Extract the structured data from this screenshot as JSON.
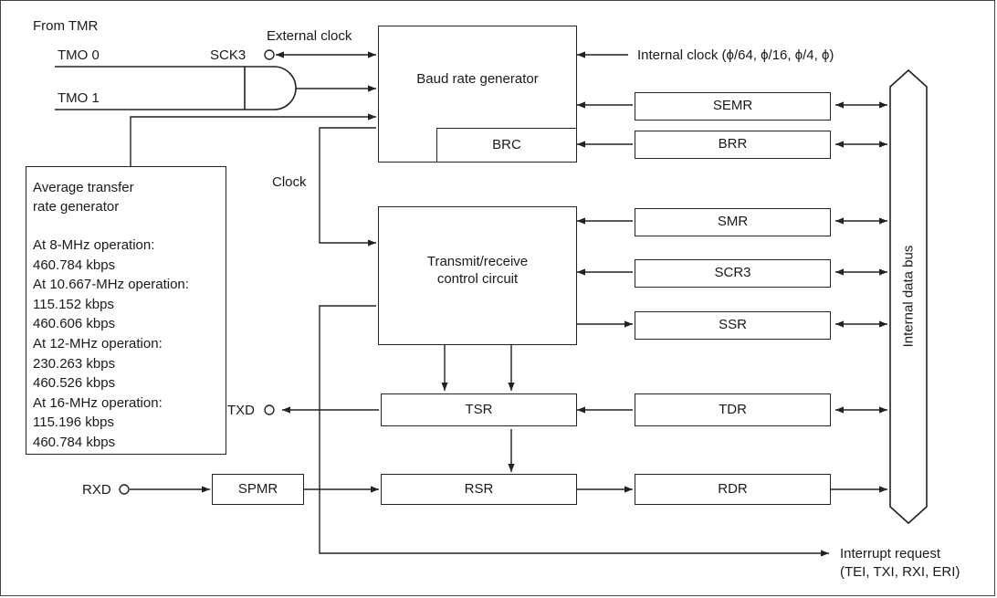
{
  "labels": {
    "from_tmr": "From TMR",
    "tmo0": "TMO 0",
    "tmo1": "TMO 1",
    "sck3": "SCK3",
    "external_clock": "External clock",
    "internal_clock": "Internal clock (ϕ/64, ϕ/16, ϕ/4, ϕ)",
    "clock": "Clock",
    "txd": "TXD",
    "rxd": "RXD",
    "interrupt_line1": "Interrupt request",
    "interrupt_line2": "(TEI, TXI, RXI, ERI)",
    "internal_data_bus": "Internal data bus"
  },
  "blocks": {
    "baud_rate_generator": "Baud rate generator",
    "brc": "BRC",
    "semr": "SEMR",
    "brr": "BRR",
    "control_line1": "Transmit/receive",
    "control_line2": "control circuit",
    "smr": "SMR",
    "scr3": "SCR3",
    "ssr": "SSR",
    "tsr": "TSR",
    "tdr": "TDR",
    "spmr": "SPMR",
    "rsr": "RSR",
    "rdr": "RDR"
  },
  "avg_rate_box": {
    "title_line1": "Average transfer",
    "title_line2": "rate generator",
    "lines": [
      "At 8-MHz operation:",
      "460.784 kbps",
      "At 10.667-MHz operation:",
      "115.152 kbps",
      "460.606 kbps",
      "At 12-MHz operation:",
      "230.263 kbps",
      "460.526 kbps",
      "At 16-MHz operation:",
      "115.196 kbps",
      "460.784 kbps"
    ]
  }
}
